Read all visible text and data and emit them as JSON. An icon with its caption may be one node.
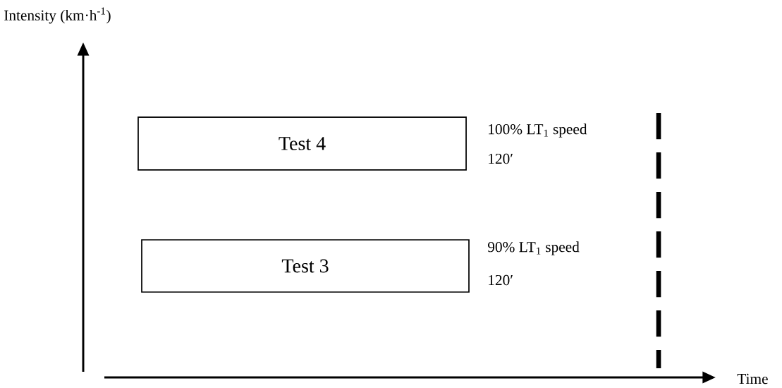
{
  "diagram": {
    "nodes": [
      {
        "text": [
          "Test 4"
        ],
        "beside": [
          "100% LT$_{1}$ speed",
          "120′"
        ]
      },
      {
        "text": [
          "Test 3"
        ],
        "beside": [
          "90% LT$_{1}$ speed",
          "120′"
        ]
      }
    ],
    "labels": [
      "Intensity (km·h$^{-1}$)",
      "Time"
    ]
  }
}
